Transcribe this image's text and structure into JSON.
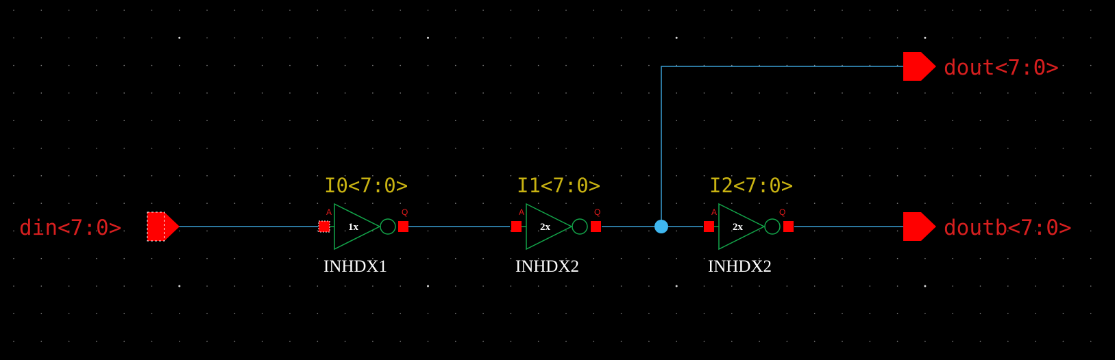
{
  "ports": {
    "input": {
      "label": "din<7:0>"
    },
    "output_true": {
      "label": "dout<7:0>"
    },
    "output_comp": {
      "label": "doutb<7:0>"
    }
  },
  "instances": [
    {
      "name": "I0<7:0>",
      "cell": "INHDX1",
      "drive": "1x",
      "pin_in": "A",
      "pin_out": "Q"
    },
    {
      "name": "I1<7:0>",
      "cell": "INHDX2",
      "drive": "2x",
      "pin_in": "A",
      "pin_out": "Q"
    },
    {
      "name": "I2<7:0>",
      "cell": "INHDX2",
      "drive": "2x",
      "pin_in": "A",
      "pin_out": "Q"
    }
  ],
  "colors": {
    "background": "#000000",
    "wire": "#3ba0d6",
    "pin": "#ff0000",
    "symbol": "#13a64a",
    "instance_name": "#c9b312",
    "port_label": "#d71f1f",
    "junction": "#3fb7f0"
  }
}
